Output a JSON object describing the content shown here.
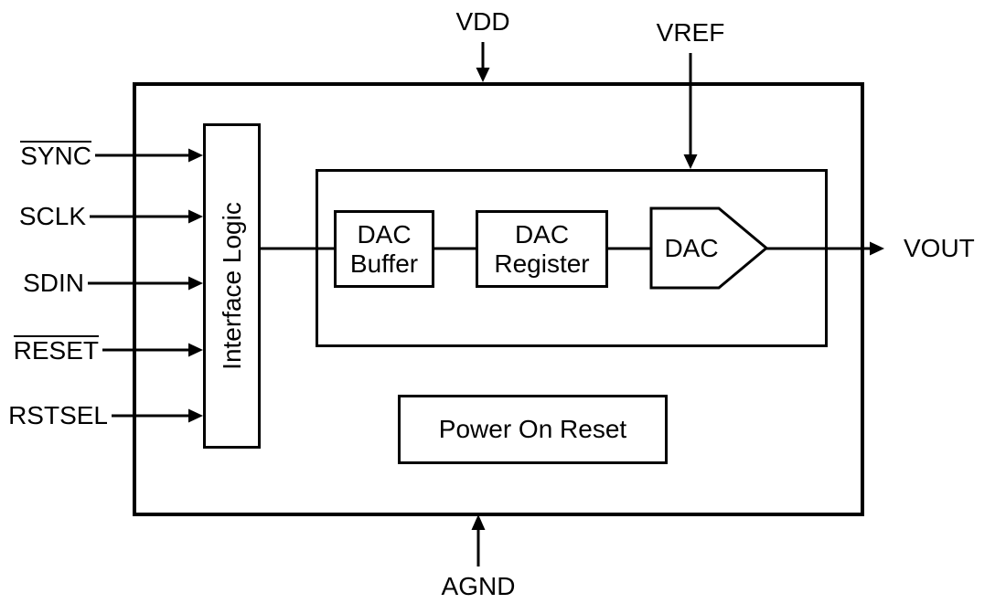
{
  "diagram": {
    "type": "functional-block-diagram",
    "pins": {
      "vdd": "VDD",
      "vref": "VREF",
      "agnd": "AGND",
      "vout": "VOUT"
    },
    "inputs": [
      {
        "label": "SYNC",
        "overline": true
      },
      {
        "label": "SCLK",
        "overline": false
      },
      {
        "label": "SDIN",
        "overline": false
      },
      {
        "label": "RESET",
        "overline": true
      },
      {
        "label": "RSTSEL",
        "overline": false
      }
    ],
    "blocks": {
      "interface_logic": "Interface Logic",
      "dac_buffer": [
        "DAC",
        "Buffer"
      ],
      "dac_register": [
        "DAC",
        "Register"
      ],
      "dac": "DAC",
      "power_on_reset": "Power On Reset"
    },
    "colors": {
      "line": "#000000",
      "background": "#ffffff",
      "text": "#000000"
    }
  }
}
